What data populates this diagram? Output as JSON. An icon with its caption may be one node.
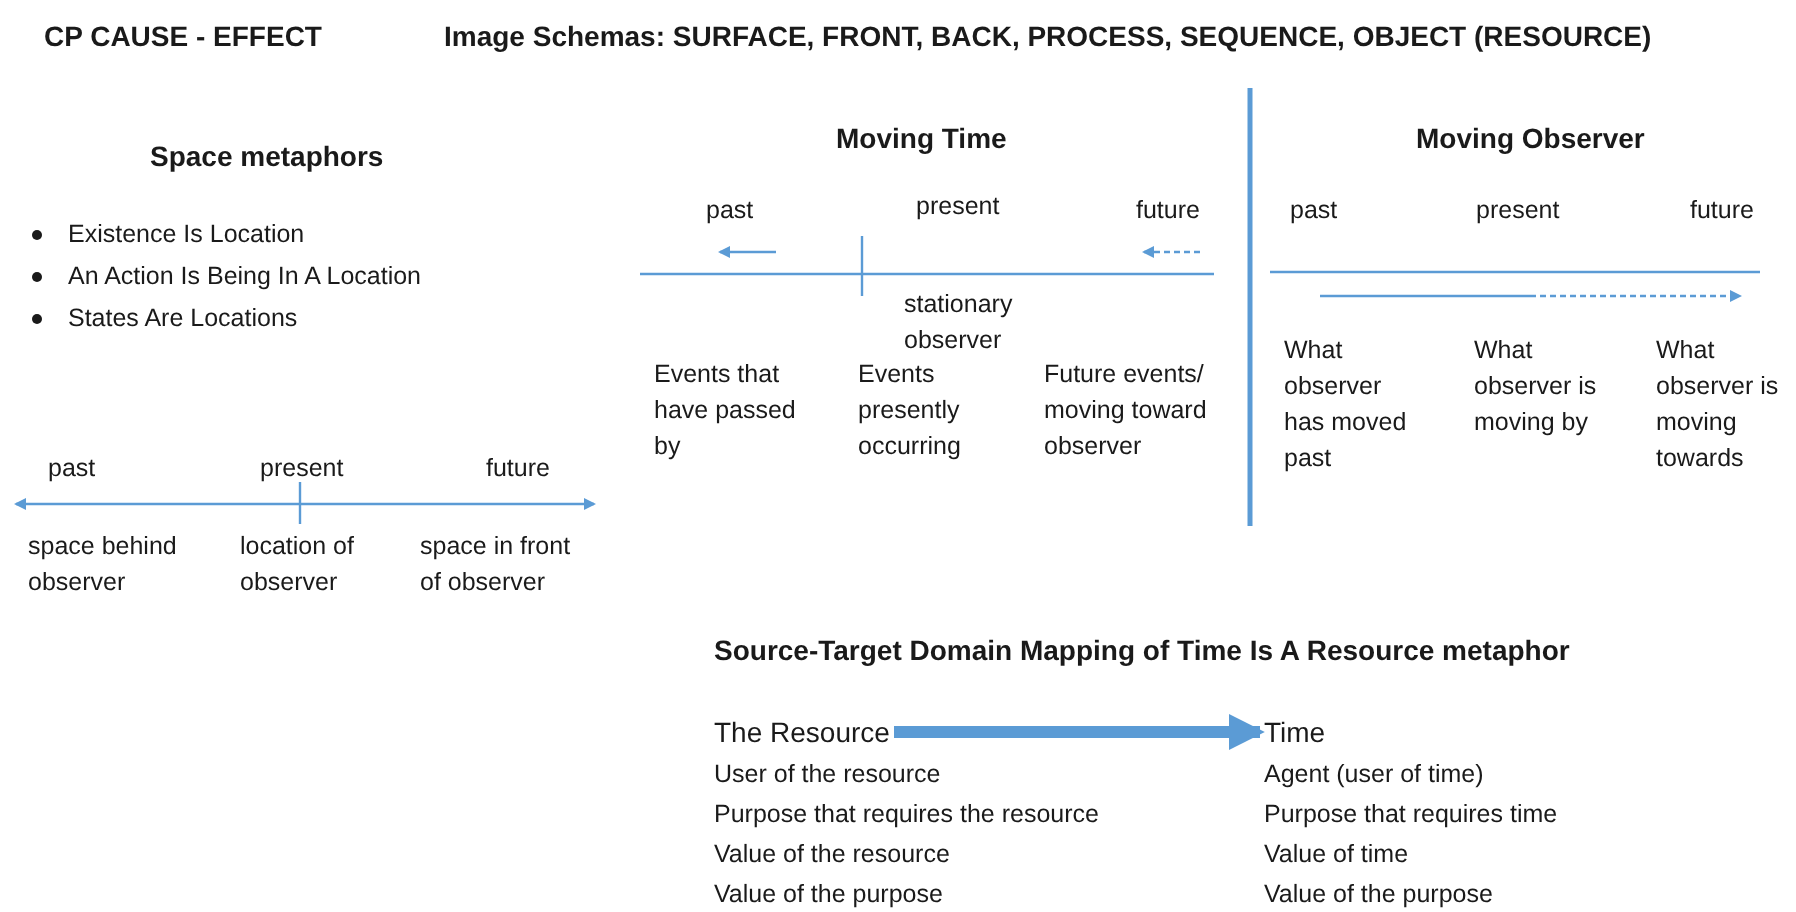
{
  "diagram": {
    "nodes": [
      {
        "text": [
          "The Resource"
        ]
      },
      {
        "text": [
          "Time"
        ]
      }
    ],
    "edges": [
      {
        "from": 0,
        "to": 1,
        "arrow": "to"
      }
    ],
    "labels": [
      "CP CAUSE - EFFECT",
      "Image Schemas: SURFACE, FRONT, BACK, PROCESS, SEQUENCE, OBJECT (RESOURCE)",
      "Space metaphors",
      "Moving Time",
      "Moving Observer",
      "past",
      "present",
      "future",
      "past",
      "present",
      "future",
      "Existence Is Location",
      "An Action Is Being In A Location",
      "States Are Locations",
      "stationary observer",
      "Events that have passed by",
      "Events presently occurring",
      "Future events/ moving toward observer",
      "What observer has moved past",
      "What observer is moving by",
      "What observer is moving towards",
      "past",
      "present",
      "future",
      "space behind observer",
      "location of observer",
      "space in front of observer",
      "Source-Target Domain Mapping of Time Is A Resource metaphor",
      "User of the resource",
      "Agent (user of time)",
      "Purpose that requires the resource",
      "Purpose that requires time",
      "Value of the resource",
      "Value of time",
      "Value of the purpose",
      "Value of the purpose"
    ]
  }
}
